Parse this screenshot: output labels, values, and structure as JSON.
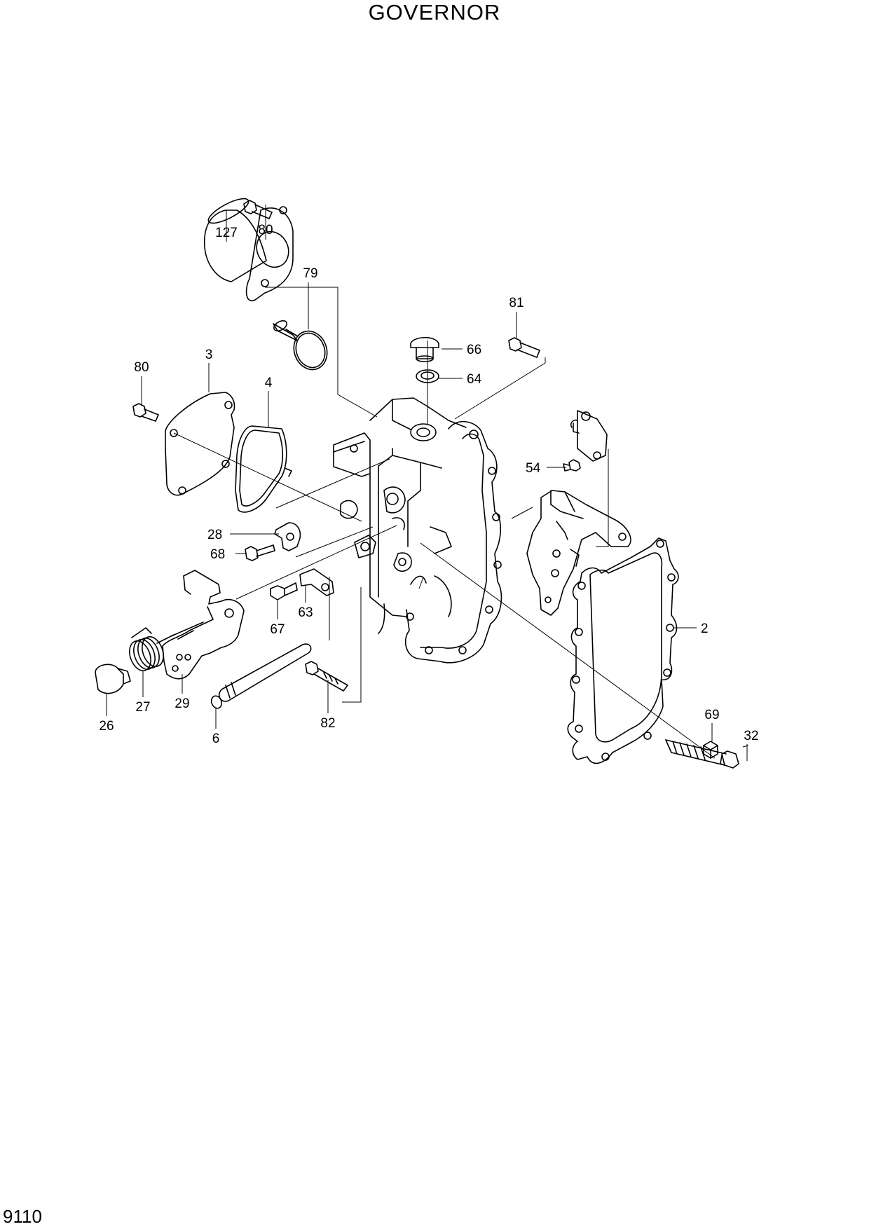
{
  "title": "GOVERNOR",
  "page_number": "9110",
  "callouts": [
    {
      "id": "c127",
      "label": "127"
    },
    {
      "id": "c80a",
      "label": "80"
    },
    {
      "id": "c79",
      "label": "79"
    },
    {
      "id": "c81",
      "label": "81"
    },
    {
      "id": "c66",
      "label": "66"
    },
    {
      "id": "c64",
      "label": "64"
    },
    {
      "id": "c3",
      "label": "3"
    },
    {
      "id": "c80b",
      "label": "80"
    },
    {
      "id": "c4",
      "label": "4"
    },
    {
      "id": "c54",
      "label": "54"
    },
    {
      "id": "c28",
      "label": "28"
    },
    {
      "id": "c68",
      "label": "68"
    },
    {
      "id": "c63",
      "label": "63"
    },
    {
      "id": "c67",
      "label": "67"
    },
    {
      "id": "c2",
      "label": "2"
    },
    {
      "id": "c29",
      "label": "29"
    },
    {
      "id": "c27",
      "label": "27"
    },
    {
      "id": "c26",
      "label": "26"
    },
    {
      "id": "c6",
      "label": "6"
    },
    {
      "id": "c82",
      "label": "82"
    },
    {
      "id": "c69",
      "label": "69"
    },
    {
      "id": "c32",
      "label": "32"
    }
  ]
}
